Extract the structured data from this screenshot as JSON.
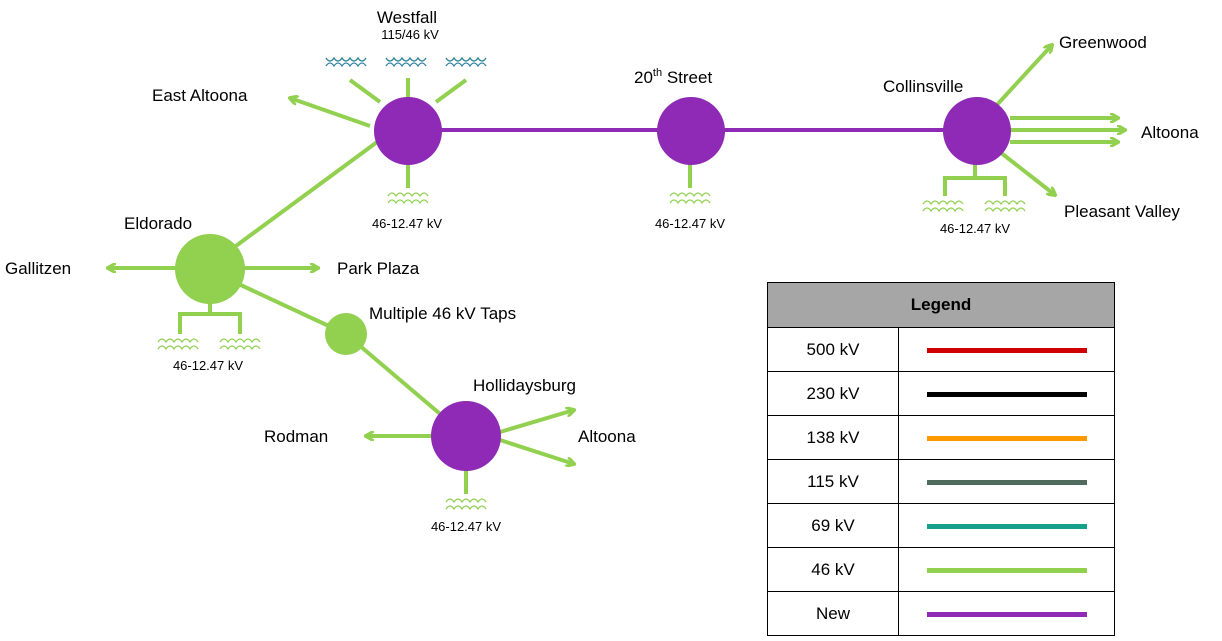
{
  "colors": {
    "line_46kv": "#92d050",
    "line_new": "#7030a0",
    "node_new": "#8e2ab5",
    "node_46kv": "#92d050",
    "coil_115_46": "#31859c",
    "coil_46_12": "#92d050"
  },
  "stations": {
    "westfall": {
      "name": "Westfall",
      "rating": "115/46 kV",
      "low_rating": "46-12.47 kV"
    },
    "street20": {
      "name_number": "20",
      "name_suffix": "th",
      "name_rest": " Street",
      "low_rating": "46-12.47 kV"
    },
    "collinsville": {
      "name": "Collinsville",
      "low_rating": "46-12.47 kV"
    },
    "eldorado": {
      "name": "Eldorado",
      "low_rating": "46-12.47 kV"
    },
    "taps": {
      "name": "Multiple 46 kV Taps"
    },
    "hollidaysburg": {
      "name": "Hollidaysburg",
      "low_rating": "46-12.47 kV"
    }
  },
  "destinations": {
    "east_altoona": "East Altoona",
    "greenwood": "Greenwood",
    "altoona_collinsville": "Altoona",
    "pleasant_valley": "Pleasant Valley",
    "gallitzen": "Gallitzen",
    "park_plaza": "Park Plaza",
    "rodman": "Rodman",
    "altoona_hollidaysburg": "Altoona"
  },
  "legend": {
    "title": "Legend",
    "rows": [
      {
        "label": "500 kV",
        "color": "#d00000"
      },
      {
        "label": "230 kV",
        "color": "#000000"
      },
      {
        "label": "138 kV",
        "color": "#ff9900"
      },
      {
        "label": "115 kV",
        "color": "#4e6b5e"
      },
      {
        "label": "69 kV",
        "color": "#14a08a"
      },
      {
        "label": "46 kV",
        "color": "#92d050"
      },
      {
        "label": "New",
        "color": "#8e2ab5"
      }
    ]
  }
}
